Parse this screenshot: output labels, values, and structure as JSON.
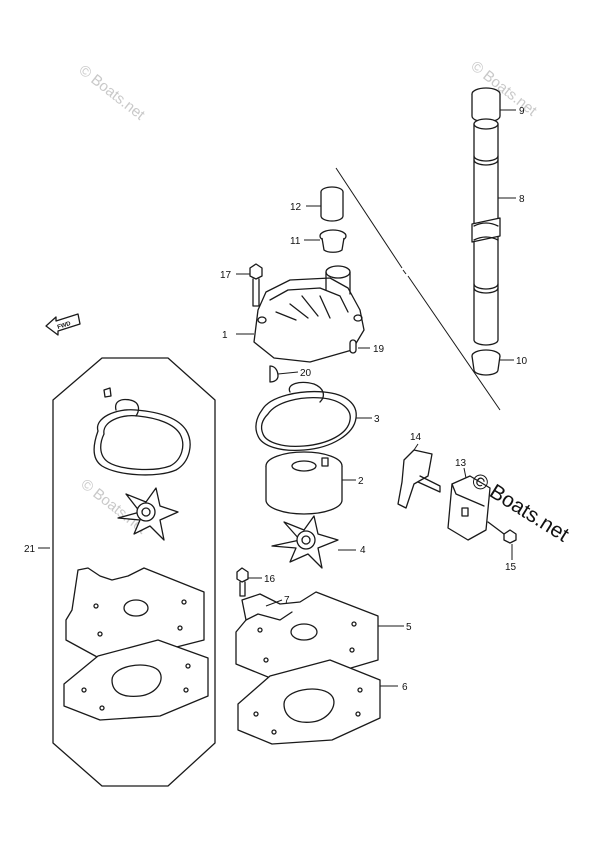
{
  "watermark": {
    "faint_text": "© Boats.net",
    "bold_text": "© Boats.net"
  },
  "direction_label": "FWD",
  "callouts": {
    "c1": "1",
    "c2": "2",
    "c3": "3",
    "c4": "4",
    "c5": "5",
    "c6": "6",
    "c7": "7",
    "c8": "8",
    "c9": "9",
    "c10": "10",
    "c11": "11",
    "c12": "12",
    "c13": "13",
    "c14": "14",
    "c15": "15",
    "c16": "16",
    "c17": "17",
    "c19": "19",
    "c20": "20",
    "c21": "21"
  }
}
